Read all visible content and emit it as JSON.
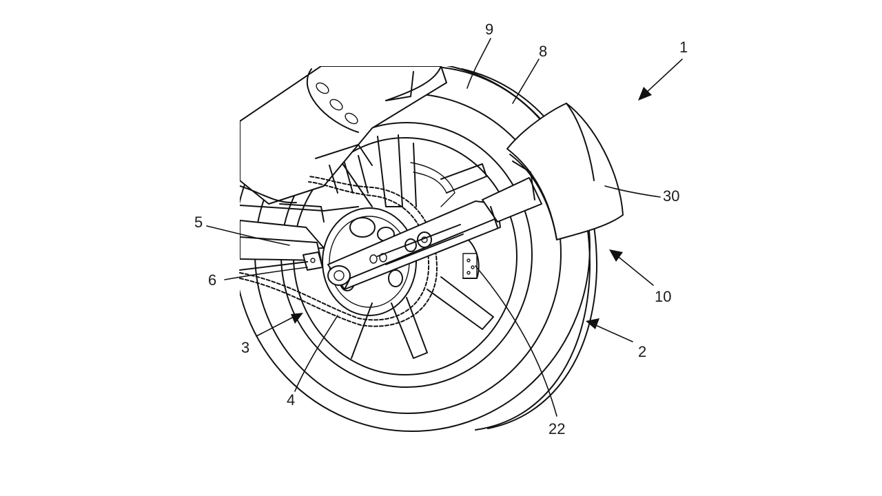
{
  "figure": {
    "reference_numerals": {
      "assembly": "1",
      "rear_wheel": "2",
      "tire": "3",
      "sprocket": "4",
      "swingarm": "5",
      "chain_guard": "6",
      "rim": "8",
      "wheel_rim_outer": "9",
      "fender_assembly": "10",
      "mounting_bracket": "22",
      "mudguard": "30"
    },
    "colors": {
      "line": "#111111",
      "background": "#ffffff"
    }
  }
}
